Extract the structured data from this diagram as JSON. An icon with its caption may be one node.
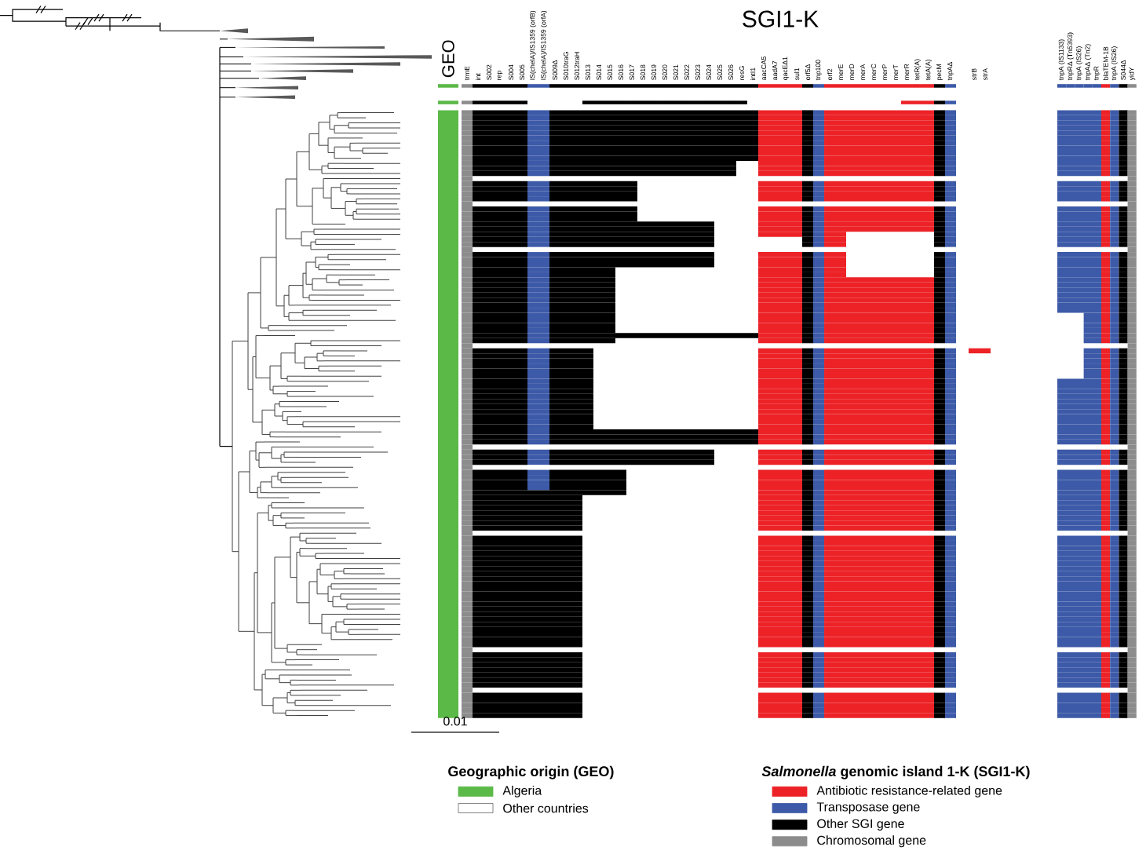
{
  "diagram": {
    "title": "SGI1-K",
    "labels": [
      "GEO",
      "trmE",
      "int",
      "S002",
      "rep",
      "S004",
      "S005",
      "IS(chelA)/IS1359 (orfB)",
      "IS(chelA)/IS1359 (orfA)",
      "S009Δ",
      "S010traG",
      "S012traH",
      "S013",
      "S014",
      "S015",
      "S016",
      "S017",
      "S018",
      "S019",
      "S020",
      "S021",
      "S022",
      "S023",
      "S024",
      "S025",
      "S026",
      "resG",
      "intI1",
      "aacCA5",
      "aadA7",
      "qacEΔ1",
      "sul1",
      "orf5Δ",
      "tnp100",
      "orf2",
      "merE",
      "merD",
      "merA",
      "merC",
      "merP",
      "merT",
      "merR",
      "tetR(A)",
      "tetA(A)",
      "pecM",
      "tnpAΔ",
      "strB",
      "strA",
      "tnpA (IS1133)",
      "tnpRΔ (Tn5393)",
      "tnpA (IS26)",
      "tnpAΔ (Tn2)",
      "tnpR",
      "blaTEM-1B",
      "tnpA (IS26)",
      "S044Δ",
      "yidY",
      "0.01",
      "Geographic origin (GEO)",
      "*Salmonella* genomic island 1-K (SGI1-K)"
    ],
    "legend": [
      {
        "text": "Algeria",
        "color": "#5bb947"
      },
      {
        "text": "Other countries",
        "color": "#ffffff"
      },
      {
        "text": "Antibiotic resistance-related gene",
        "color": "#ec2227"
      },
      {
        "text": "Transposase gene",
        "color": "#3d5aa8"
      },
      {
        "text": "Other SGI gene",
        "color": "#000000"
      },
      {
        "text": "Chromosomal gene",
        "color": "#8c8c8c"
      }
    ]
  }
}
